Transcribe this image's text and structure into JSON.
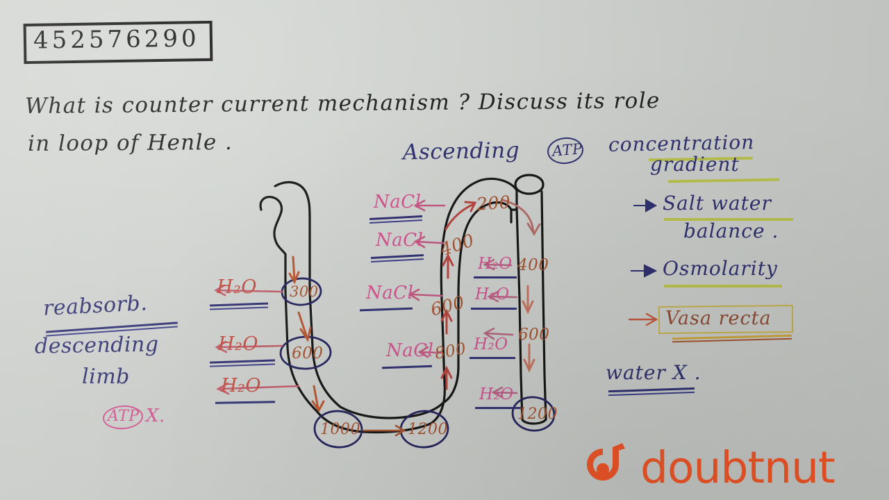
{
  "meta": {
    "question_id": "452576290",
    "background_color": "#cdd0cd"
  },
  "question": {
    "line1": "What is counter current mechanism ? Discuss its role",
    "line2": "in loop of Henle ."
  },
  "diagram": {
    "title_ascending": "Ascending",
    "atp_ascending": "ATP",
    "descending_labels": {
      "reabsorb": "reabsorb.",
      "descending": "descending",
      "limb": "limb",
      "atp": "ATP",
      "atp_cross": "X."
    },
    "water_labels": [
      "H₂O",
      "H₂O",
      "H₂O"
    ],
    "nacl_labels": [
      "NaCl",
      "NaCl",
      "NaCl",
      "NaCl"
    ],
    "vasa_water_labels": [
      "H₂O",
      "H₂O",
      "H₂O"
    ],
    "descending_values": [
      "300",
      "600"
    ],
    "bottom_values": [
      "1000",
      "1200"
    ],
    "ascending_values": [
      "200",
      "400",
      "600",
      "800"
    ],
    "vasa_values": [
      "400",
      "600",
      "1200"
    ]
  },
  "notes": {
    "heading_line1": "concentration",
    "heading_line2": "gradient",
    "bullets": [
      {
        "arrow": "➡",
        "line1": "Salt water",
        "line2": "balance ."
      },
      {
        "arrow": "➡",
        "line1": "Osmolarity",
        "line2": ""
      }
    ],
    "vasa_arrow": "⇒",
    "vasa_recta": "Vasa recta",
    "water_cross": "water X ."
  },
  "logo": {
    "word": "doubtnut",
    "color": "#ee5426"
  },
  "colors": {
    "navy": "#2e2f6e",
    "pink": "#d0518e",
    "red": "#c24a3e",
    "brown": "#a4522f",
    "green_underline": "#b9c24b",
    "yellow_box": "#c7b04a",
    "ink_black": "#1d1d1d"
  }
}
